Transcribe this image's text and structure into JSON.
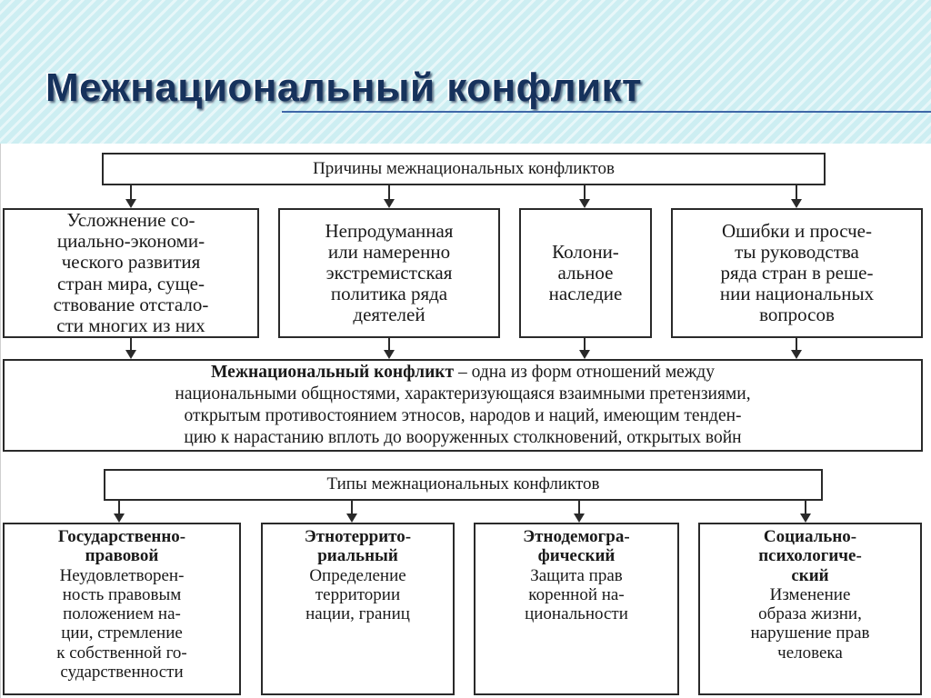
{
  "title": "Межнациональный конфликт",
  "causes_header": "Причины межнациональных конфликтов",
  "causes": [
    {
      "lines": [
        "Усложнение со-",
        "циально-экономи-",
        "ческого развития",
        "стран мира, суще-",
        "ствование отстало-",
        "сти многих из них"
      ]
    },
    {
      "lines": [
        "Непродуманная",
        "или намеренно",
        "экстремистская",
        "политика ряда",
        "деятелей"
      ]
    },
    {
      "lines": [
        "Колони-",
        "альное",
        "наследие"
      ]
    },
    {
      "lines": [
        "Ошибки и просче-",
        "ты руководства",
        "ряда стран в реше-",
        "нии национальных",
        "вопросов"
      ]
    }
  ],
  "definition": {
    "term": "Межнациональный конфликт",
    "line1_rest": " – одна из форм отношений между",
    "line2": "национальными общностями, характеризующаяся взаимными претензиями,",
    "line3": "открытым противостоянием этносов, народов и наций, имеющим тенден-",
    "line4": "цию к нарастанию вплоть до вооруженных столкновений, открытых войн"
  },
  "types_header": "Типы межнациональных конфликтов",
  "types": [
    {
      "name_lines": [
        "Государственно-",
        "правовой"
      ],
      "desc_lines": [
        "Неудовлетворен-",
        "ность правовым",
        "положением на-",
        "ции, стремление",
        "к собственной го-",
        "сударственности"
      ]
    },
    {
      "name_lines": [
        "Этнотеррито-",
        "риальный"
      ],
      "desc_lines": [
        "Определение",
        "территории",
        "нации, границ"
      ]
    },
    {
      "name_lines": [
        "Этнодемогра-",
        "фический"
      ],
      "desc_lines": [
        "Защита прав",
        "коренной на-",
        "циональности"
      ]
    },
    {
      "name_lines": [
        "Социально-",
        "психологиче-",
        "ский"
      ],
      "desc_lines": [
        "Изменение",
        "образа жизни,",
        "нарушение прав",
        "человека"
      ]
    }
  ]
}
